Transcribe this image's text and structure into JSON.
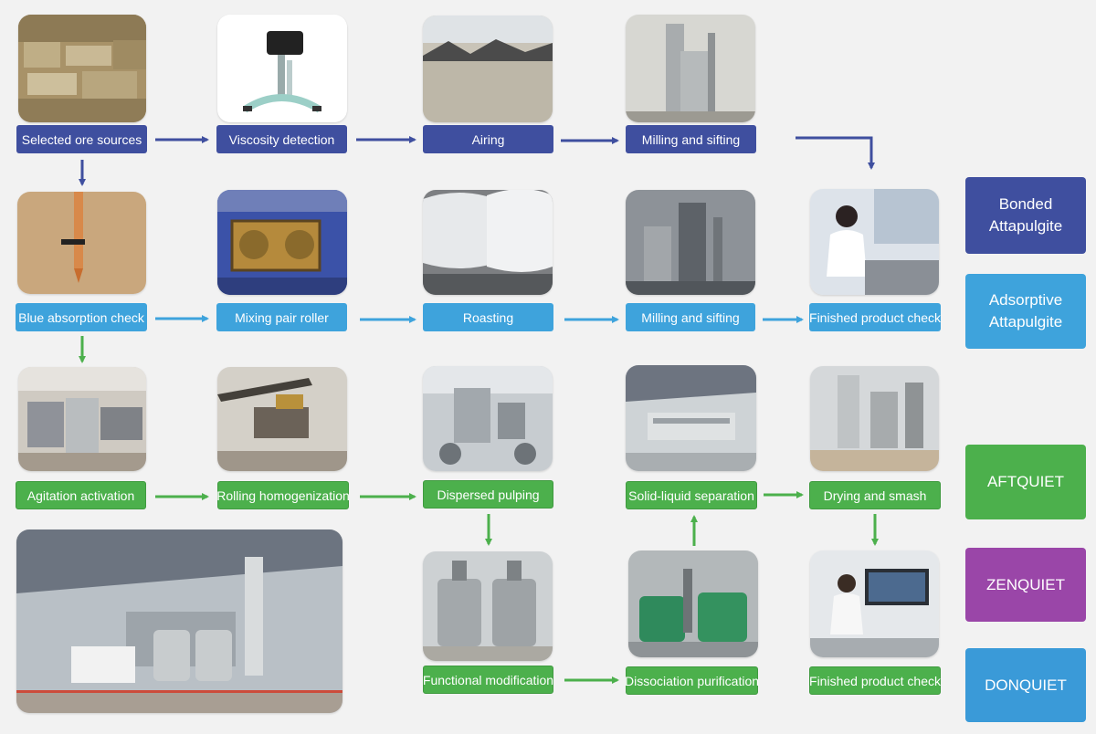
{
  "colors": {
    "dark_blue": "#3f4f9f",
    "light_blue": "#3ea3dc",
    "green": "#4cb04c",
    "purple": "#9a46a8",
    "donquiet_blue": "#3a9ad8",
    "background": "#f2f2f2"
  },
  "row1": {
    "step1": "Selected ore sources",
    "step2": "Viscosity detection",
    "step3": "Airing",
    "step4": "Milling and sifting"
  },
  "row2": {
    "step1": "Blue absorption check",
    "step2": "Mixing pair roller",
    "step3": "Roasting",
    "step4": "Milling and sifting",
    "step5": "Finished product check"
  },
  "row3": {
    "step1": "Agitation activation",
    "step2": "Rolling homogenization",
    "step3": "Dispersed pulping",
    "step4": "Solid-liquid separation",
    "step5": "Drying and smash"
  },
  "row4": {
    "step1": "Functional modification",
    "step2": "Dissociation purification",
    "step3": "Finished product check"
  },
  "legend": {
    "bonded": "Bonded Attapulgite",
    "adsorptive": "Adsorptive Attapulgite",
    "aftquiet": "AFTQUIET",
    "zenquiet": "ZENQUIET",
    "donquiet": "DONQUIET"
  }
}
